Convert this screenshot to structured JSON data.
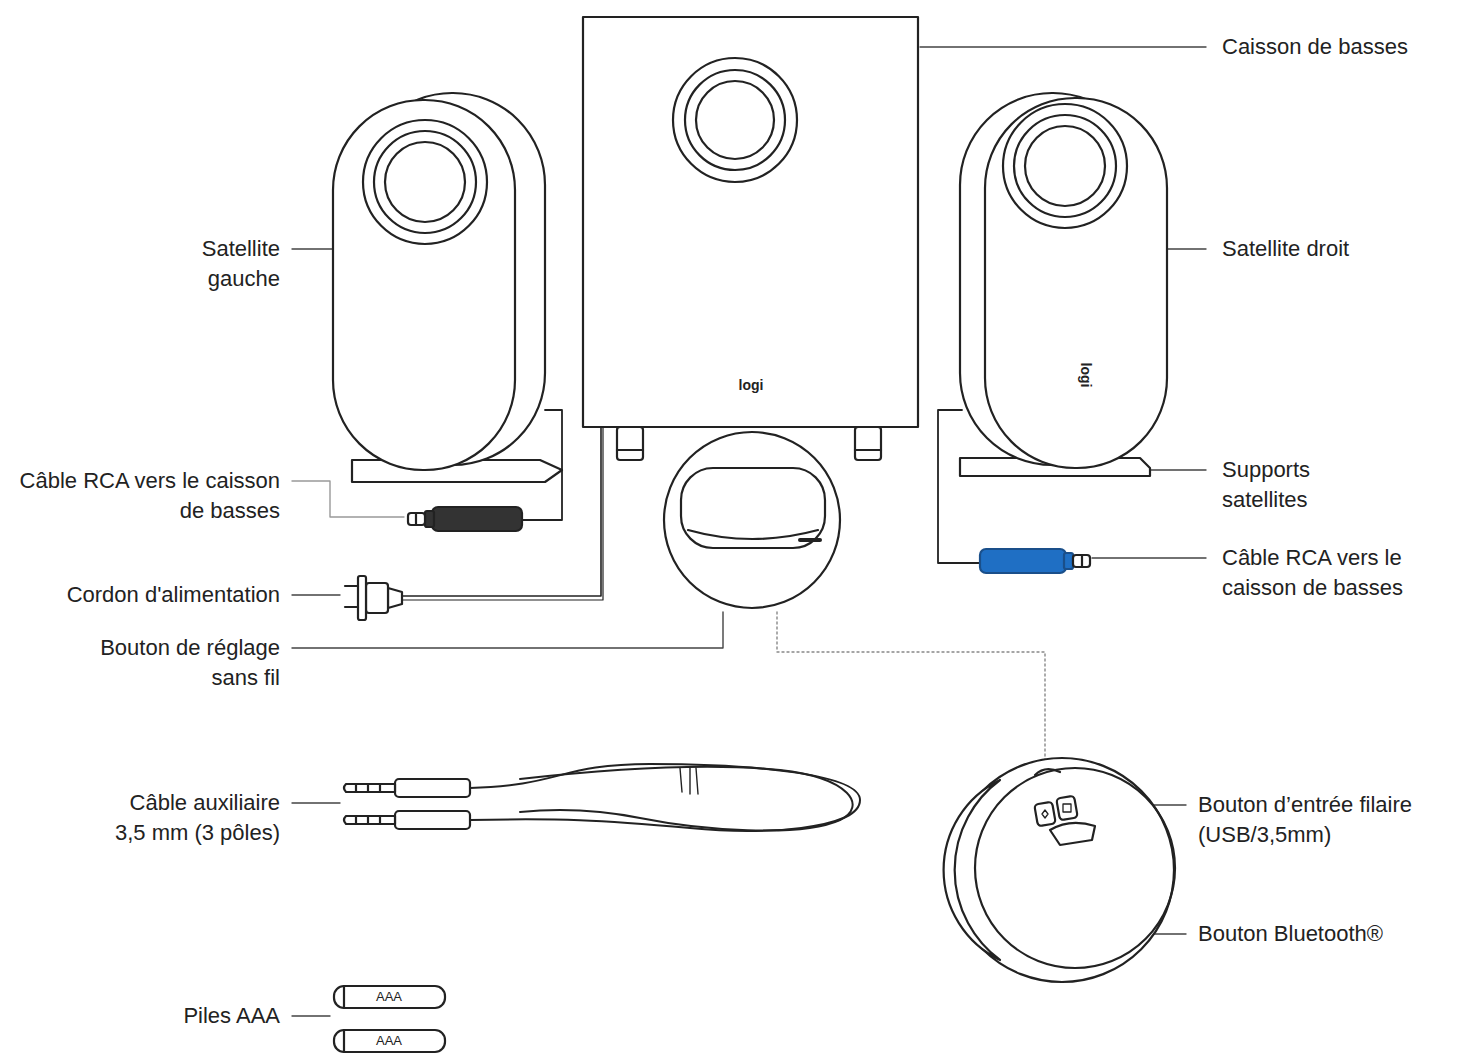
{
  "diagram": {
    "labels": [
      "Caisson de basses",
      "Satellite gauche",
      "Satellite droit",
      "logi",
      "logi",
      "Câble RCA vers le caisson de basses",
      "Supports satellites",
      "Câble RCA vers le caisson de basses",
      "Cordon d'alimentation",
      "Bouton de réglage sans fil",
      "Câble auxiliaire 3,5 mm (3 pôles)",
      "Bouton d’entrée filaire (USB/3,5mm)",
      "Bouton Bluetooth®",
      "Piles AAA",
      "AAA",
      "AAA"
    ]
  }
}
